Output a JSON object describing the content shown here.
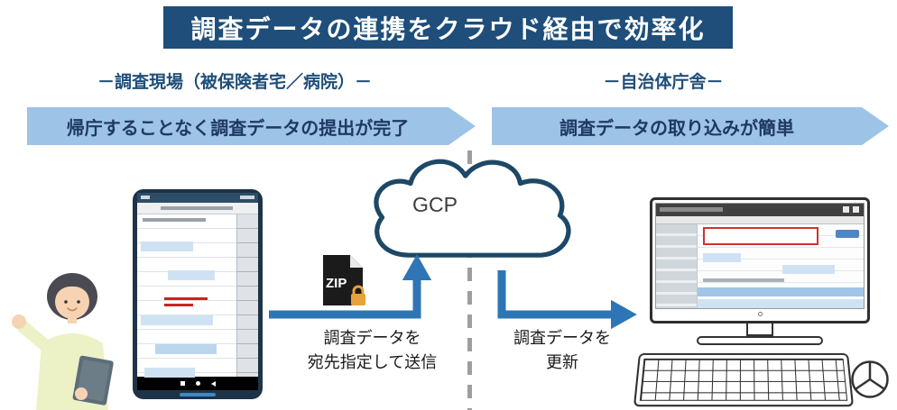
{
  "title": "調査データの連携をクラウド経由で効率化",
  "left": {
    "header": "－調査現場（被保険者宅／病院）－",
    "banner": "帰庁することなく調査データの提出が完了",
    "caption_line1": "調査データを",
    "caption_line2": "宛先指定して送信"
  },
  "right": {
    "header": "－自治体庁舎－",
    "banner": "調査データの取り込みが簡単",
    "caption_line1": "調査データを",
    "caption_line2": "更新"
  },
  "cloud_label": "GCP",
  "zip_label": "ZIP",
  "icons": {
    "cloud": "cloud-icon",
    "zip": "zip-file-icon",
    "lock": "lock-icon",
    "smartphone": "smartphone-mock",
    "monitor": "desktop-monitor-mock",
    "keyboard": "keyboard-icon",
    "mouse": "mouse-icon",
    "person": "surveyor-illustration"
  },
  "colors": {
    "banner_bg": "#1e4e79",
    "header_text": "#1f4e79",
    "chevron_bg": "#9dc3e6",
    "chevron_text": "#1f3864",
    "flow_arrow": "#2e75b6",
    "cloud_border": "#1d4866",
    "divider": "#9e9e9e",
    "zip_lock": "#e8a23c"
  }
}
